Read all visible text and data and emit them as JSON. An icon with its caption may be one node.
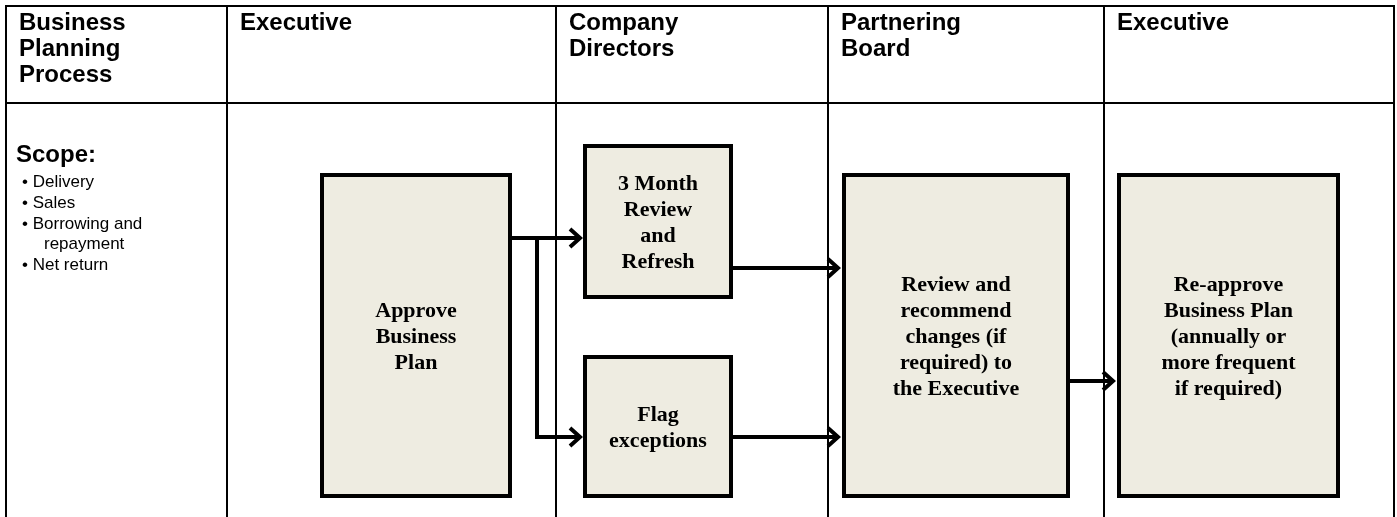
{
  "diagram": {
    "nodes": [
      {
        "text": [
          "Business Planning Process"
        ]
      },
      {
        "text": [
          "Executive"
        ]
      },
      {
        "text": [
          "Company Directors"
        ]
      },
      {
        "text": [
          "Partnering Board"
        ]
      },
      {
        "text": [
          "Executive"
        ]
      },
      {
        "text": [
          "Approve Business Plan"
        ],
        "in": 1
      },
      {
        "text": [
          "3 Month Review and Refresh"
        ],
        "in": 2
      },
      {
        "text": [
          "Flag exceptions"
        ],
        "in": 2
      },
      {
        "text": [
          "Review and recommend changes (if required) to the Executive"
        ],
        "in": 3
      },
      {
        "text": [
          "Re-approve Business Plan (annually or more frequent if required)"
        ],
        "in": 4
      }
    ],
    "edges": [
      {
        "from": 5,
        "to": 6,
        "arrow": "to"
      },
      {
        "from": 5,
        "to": 7,
        "arrow": "to"
      },
      {
        "from": 6,
        "to": 8,
        "arrow": "to"
      },
      {
        "from": 7,
        "to": 8,
        "arrow": "to"
      },
      {
        "from": 8,
        "to": 9,
        "arrow": "to"
      }
    ],
    "labels": [
      "Scope:",
      "• Delivery",
      "• Sales",
      "• Borrowing and repayment",
      "• Net return"
    ]
  }
}
